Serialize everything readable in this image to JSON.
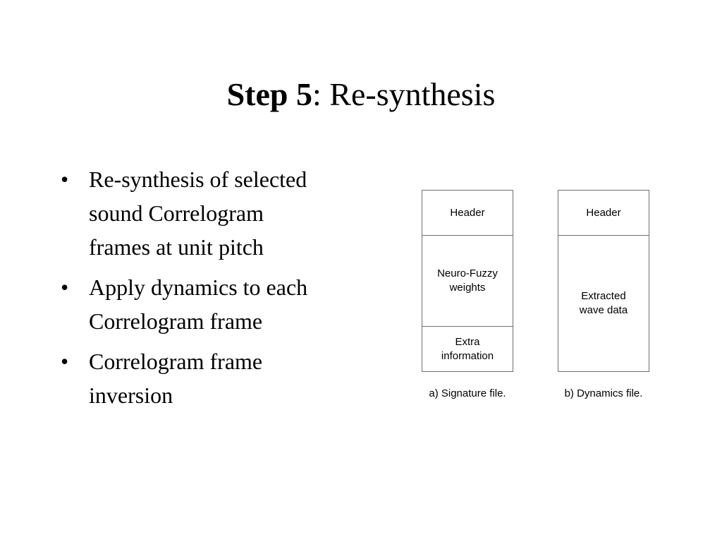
{
  "title": {
    "bold": "Step 5",
    "rest": ": Re-synthesis"
  },
  "bullets": [
    {
      "marker": "•",
      "line1": "Re-synthesis of  selected",
      "line2": "sound Correlogram",
      "line3": "frames at unit pitch"
    },
    {
      "marker": "•",
      "line1": "Apply dynamics to each",
      "line2": "Correlogram frame"
    },
    {
      "marker": "•",
      "line1": "Correlogram frame",
      "line2": "inversion"
    }
  ],
  "signature_file": {
    "header": "Header",
    "weights_line1": "Neuro-Fuzzy",
    "weights_line2": "weights",
    "extra_line1": "Extra",
    "extra_line2": "information",
    "caption": "a) Signature file."
  },
  "dynamics_file": {
    "header": "Header",
    "data_line1": "Extracted",
    "data_line2": "wave data",
    "caption": "b) Dynamics file."
  }
}
